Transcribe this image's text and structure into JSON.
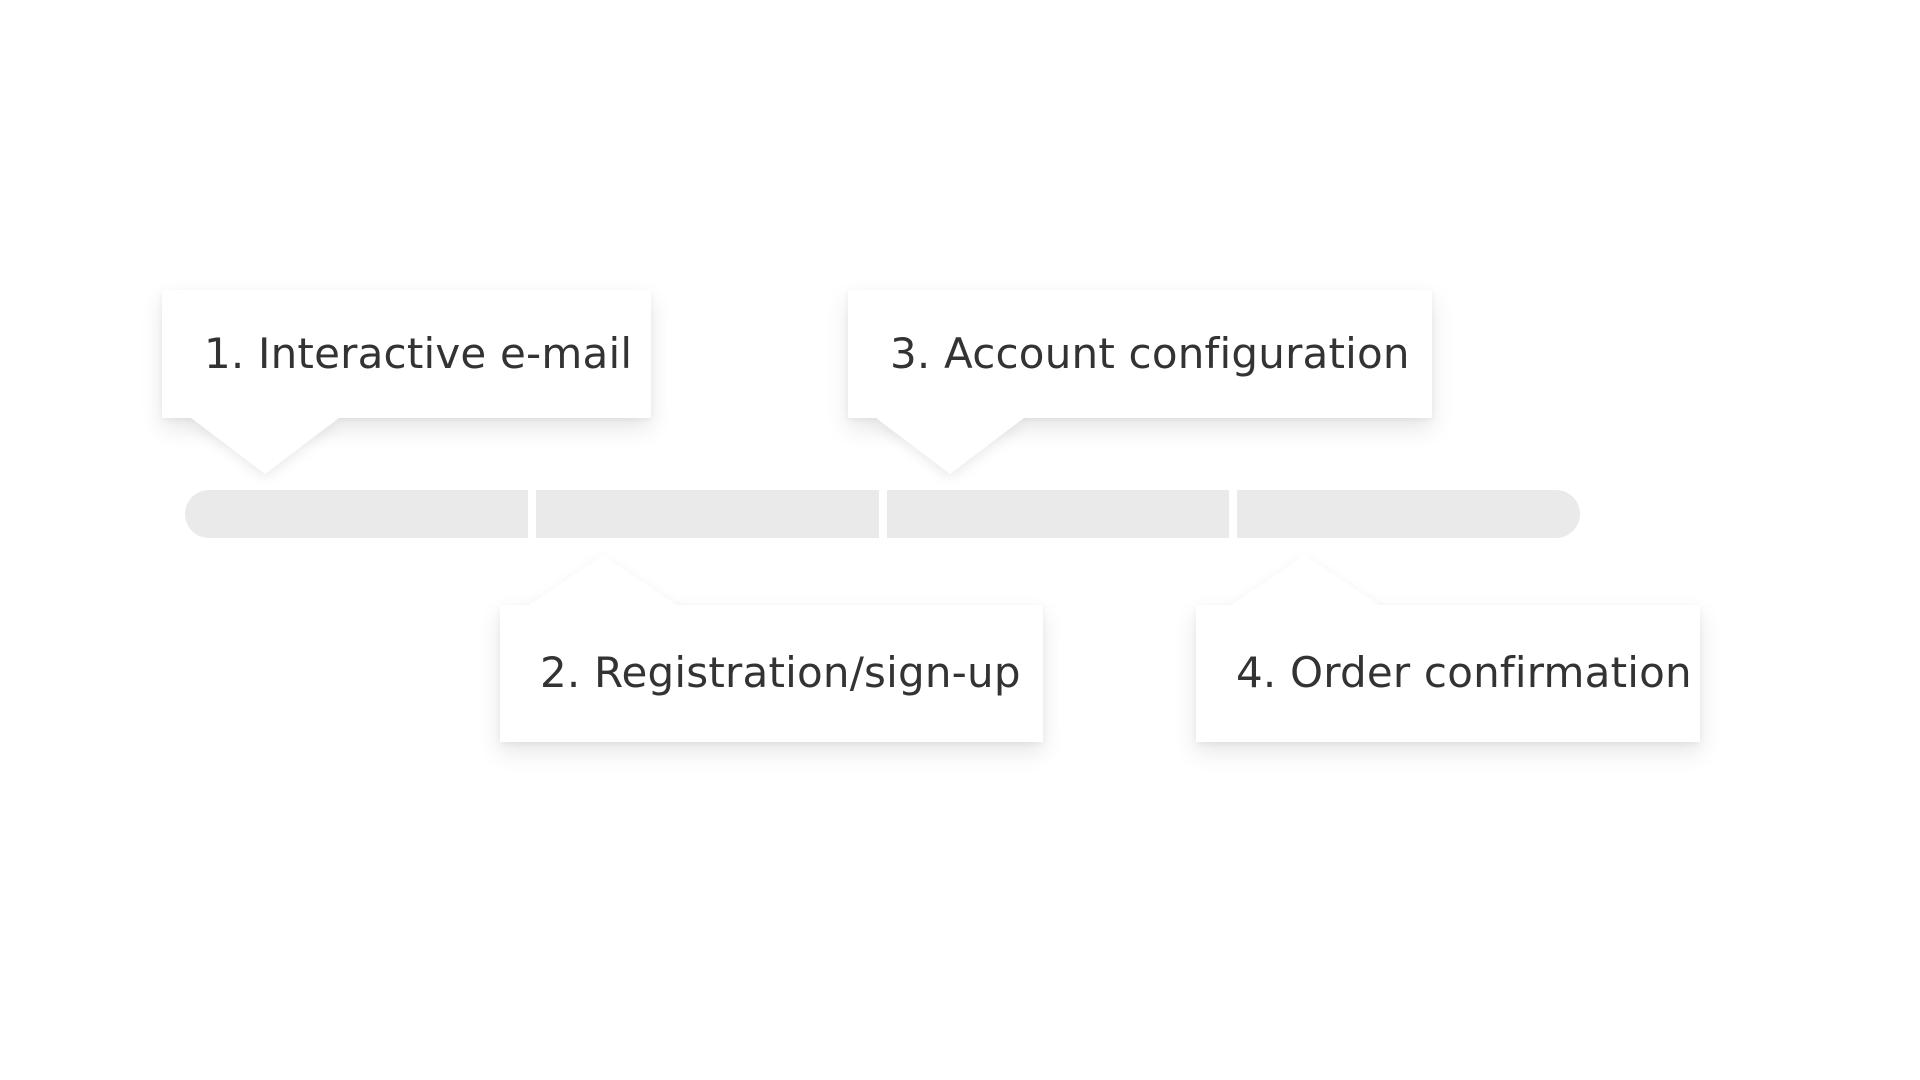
{
  "background_color": "#ffffff",
  "progress": {
    "track_color": "#eaeaea",
    "segment_count": 4,
    "segments": [
      {
        "index": 1,
        "filled": false
      },
      {
        "index": 2,
        "filled": false
      },
      {
        "index": 3,
        "filled": false
      },
      {
        "index": 4,
        "filled": false
      }
    ]
  },
  "text_color": "#333333",
  "card_color": "#ffffff",
  "steps": [
    {
      "number": "1.",
      "label": "1. Interactive e-mail",
      "position": "above",
      "segment": 1
    },
    {
      "number": "2.",
      "label": "2. Registration/sign-up",
      "position": "below",
      "segment": 2
    },
    {
      "number": "3.",
      "label": "3. Account configuration",
      "position": "above",
      "segment": 3
    },
    {
      "number": "4.",
      "label": "4. Order confirmation",
      "position": "below",
      "segment": 4
    }
  ]
}
